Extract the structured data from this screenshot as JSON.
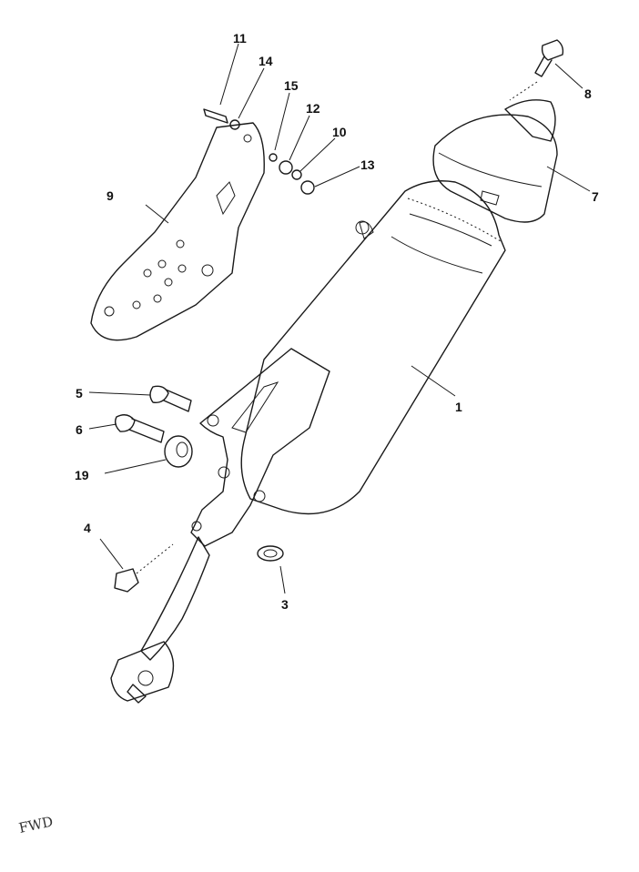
{
  "diagram": {
    "parts": [
      {
        "id": "muffler",
        "callout": "1"
      },
      {
        "id": "gasket",
        "callout": "3"
      },
      {
        "id": "nut",
        "callout": "4"
      },
      {
        "id": "bolt-upper",
        "callout": "5"
      },
      {
        "id": "bolt-lower",
        "callout": "6"
      },
      {
        "id": "end-cap",
        "callout": "7"
      },
      {
        "id": "cap-screw",
        "callout": "8"
      },
      {
        "id": "heat-shield",
        "callout": "9"
      },
      {
        "id": "washer-10",
        "callout": "10"
      },
      {
        "id": "screw-11",
        "callout": "11"
      },
      {
        "id": "washer-12",
        "callout": "12"
      },
      {
        "id": "nut-13",
        "callout": "13"
      },
      {
        "id": "washer-14",
        "callout": "14"
      },
      {
        "id": "collar-15",
        "callout": "15"
      },
      {
        "id": "collar-19",
        "callout": "19"
      }
    ],
    "direction_marker": "FWD"
  }
}
